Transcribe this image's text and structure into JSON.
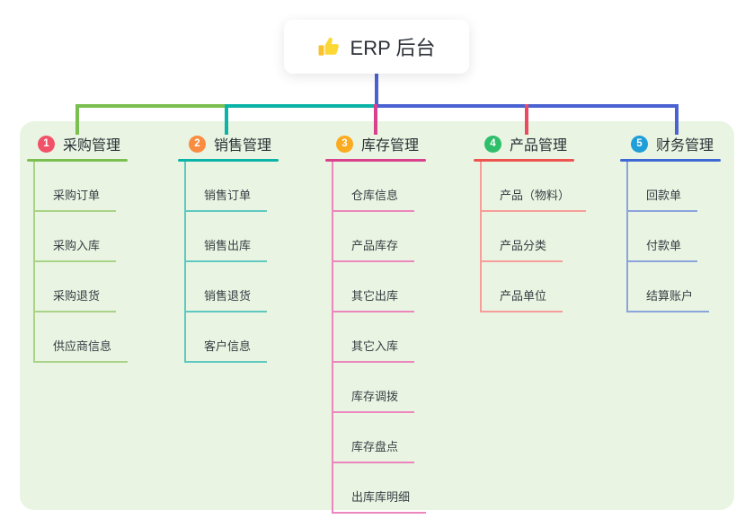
{
  "root": {
    "icon": "thumbs-up",
    "label": "ERP 后台"
  },
  "branches": [
    {
      "number": "1",
      "label": "采购管理",
      "badge_color": "#f25268",
      "line_color": "#7abf4f",
      "child_line_color": "#a9d387",
      "children": [
        "采购订单",
        "采购入库",
        "采购退货",
        "供应商信息"
      ]
    },
    {
      "number": "2",
      "label": "销售管理",
      "badge_color": "#f98c41",
      "line_color": "#0cb3a7",
      "child_line_color": "#5fc9c0",
      "children": [
        "销售订单",
        "销售出库",
        "销售退货",
        "客户信息"
      ]
    },
    {
      "number": "3",
      "label": "库存管理",
      "badge_color": "#fbab20",
      "line_color": "#d9418c",
      "child_line_color": "#ec86bd",
      "children": [
        "仓库信息",
        "产品库存",
        "其它出库",
        "其它入库",
        "库存调拨",
        "库存盘点",
        "出库库明细"
      ]
    },
    {
      "number": "4",
      "label": "产品管理",
      "badge_color": "#2fbf6b",
      "line_color": "#ef5350",
      "child_line_color": "#f79d9a",
      "children": [
        "产品（物料）",
        "产品分类",
        "产品单位"
      ]
    },
    {
      "number": "5",
      "label": "财务管理",
      "badge_color": "#1f9ed9",
      "line_color": "#3f68d4",
      "child_line_color": "#8aa4dc",
      "children": [
        "回款单",
        "付款单",
        "结算账户"
      ]
    }
  ],
  "connector_colors": {
    "root_stem": "#4b63d2",
    "segment_green": "#7abf4f",
    "segment_teal": "#0cb3a7",
    "segment_blue": "#4b63d2",
    "drop_pink": "#d9418c",
    "drop_red": "#ea4b63"
  },
  "canvas": {
    "background": "#ffffff",
    "panel_background": "#e9f5e2"
  }
}
